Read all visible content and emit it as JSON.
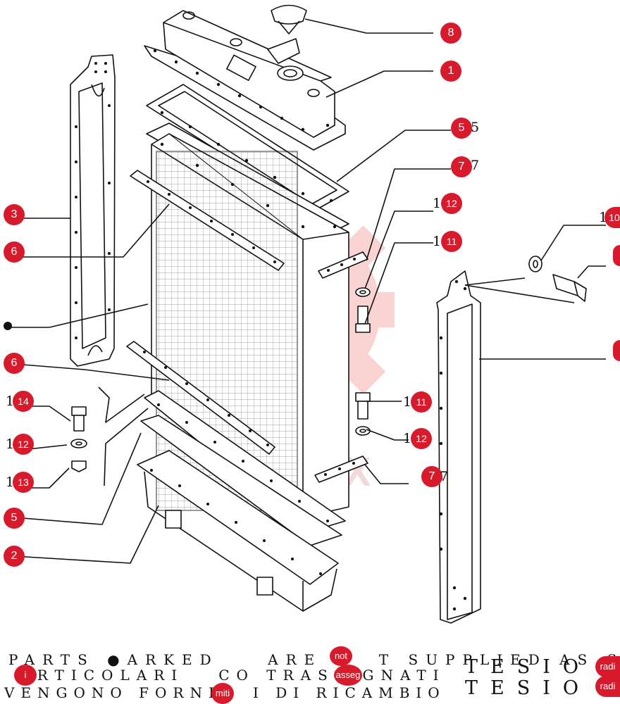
{
  "callouts": {
    "c8": "8",
    "c1": "1",
    "c5a": "5",
    "c7a": "7",
    "c12a": "12",
    "c11a": "11",
    "c3": "3",
    "c6a": "6",
    "c6b": "6",
    "c14": "14",
    "c12b": "12",
    "c13": "13",
    "c11b": "11",
    "c12c": "12",
    "c7b": "7",
    "c5b": "5",
    "c2": "2"
  },
  "plain_numbers": {
    "n5": "5",
    "n7a": "7",
    "n12a": "1",
    "n11a": "1",
    "n10": "1",
    "n14": "1",
    "n12b": "1",
    "n13": "1",
    "n11b": "1",
    "n12c": "1",
    "n7b": "7"
  },
  "partial_badges": {
    "b10": "10"
  },
  "footer": {
    "line1": "PARTS ●ARKED    ARE N  T SUPPLIED AS SP",
    "line2": " ARTICOLARI   CO TRASS GNATI",
    "line3": "VENGONO FORNI   I DI RICAMBIO",
    "right1": "TESIO R",
    "right2": "TESIO R"
  },
  "footer_badges": {
    "not": "not",
    "i": "i",
    "asseg": "asseg",
    "miti": "miti",
    "radi1": "radi",
    "radi2": "radi"
  },
  "watermark": "ANTEX",
  "colors": {
    "accent": "#d81b2c",
    "ink": "#111111",
    "watermark": "#f4c4c4"
  }
}
